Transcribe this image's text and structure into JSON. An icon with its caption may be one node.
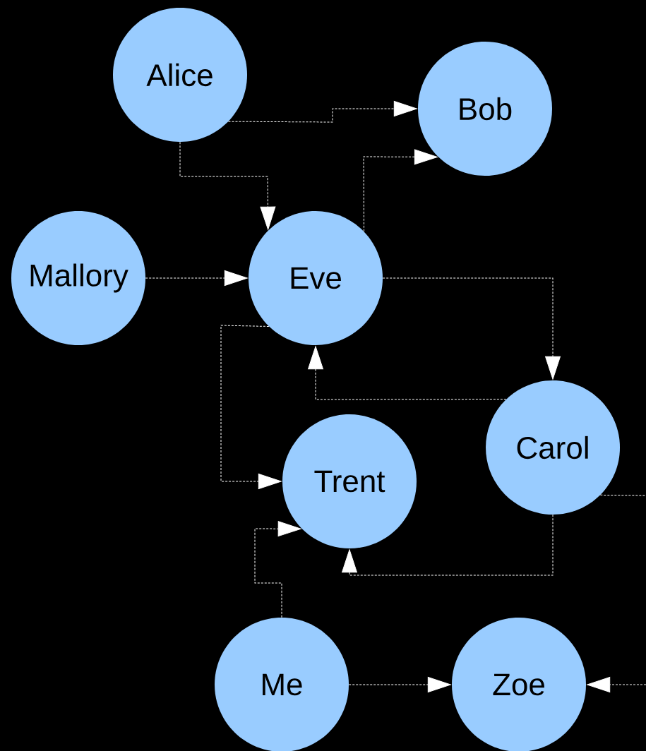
{
  "diagram": {
    "nodes": [
      {
        "text": [
          "Alice"
        ]
      },
      {
        "text": [
          "Bob"
        ]
      },
      {
        "text": [
          "Mallory"
        ]
      },
      {
        "text": [
          "Eve"
        ]
      },
      {
        "text": [
          "Carol"
        ]
      },
      {
        "text": [
          "Trent"
        ]
      },
      {
        "text": [
          "Me"
        ]
      },
      {
        "text": [
          "Zoe"
        ]
      }
    ],
    "edges": [
      {
        "from": 0,
        "to": 1,
        "arrow": "to",
        "style": "dashed"
      },
      {
        "from": 0,
        "to": 3,
        "arrow": "to",
        "style": "dashed"
      },
      {
        "from": 3,
        "to": 1,
        "arrow": "to",
        "style": "dashed"
      },
      {
        "from": 2,
        "to": 3,
        "arrow": "to",
        "style": "dashed"
      },
      {
        "from": 3,
        "to": 4,
        "arrow": "to",
        "style": "dashed"
      },
      {
        "from": 4,
        "to": 3,
        "arrow": "to",
        "style": "dashed"
      },
      {
        "from": 3,
        "to": 5,
        "arrow": "to",
        "style": "dashed"
      },
      {
        "from": 4,
        "to": 5,
        "arrow": "to",
        "style": "dashed"
      },
      {
        "from": 6,
        "to": 5,
        "arrow": "to",
        "style": "dashed"
      },
      {
        "from": 6,
        "to": 7,
        "arrow": "to",
        "style": "dashed"
      },
      {
        "from": 4,
        "to": null,
        "arrow": "none",
        "style": "dashed"
      },
      {
        "from": null,
        "to": 7,
        "arrow": "to",
        "style": "dashed"
      }
    ]
  }
}
